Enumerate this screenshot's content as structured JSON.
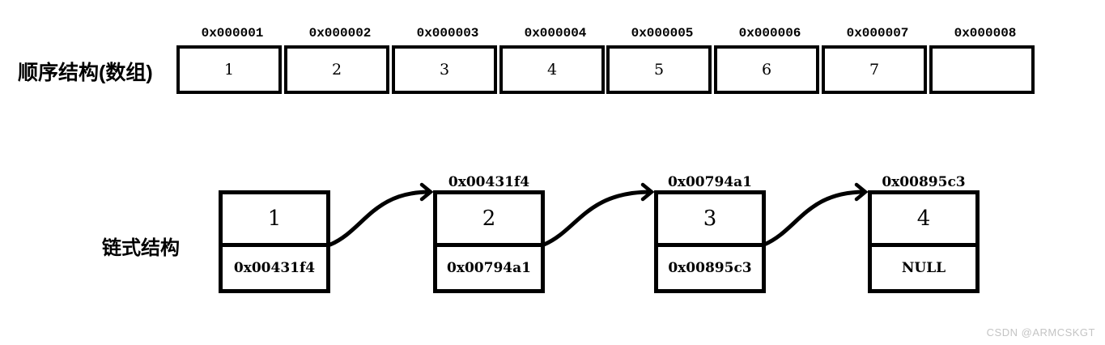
{
  "colors": {
    "ink": "#000000",
    "background": "#ffffff",
    "watermark": "#c4c4c4"
  },
  "array": {
    "label": "顺序结构(数组)",
    "cells": [
      {
        "address": "0x000001",
        "value": "1"
      },
      {
        "address": "0x000002",
        "value": "2"
      },
      {
        "address": "0x000003",
        "value": "3"
      },
      {
        "address": "0x000004",
        "value": "4"
      },
      {
        "address": "0x000005",
        "value": "5"
      },
      {
        "address": "0x000006",
        "value": "6"
      },
      {
        "address": "0x000007",
        "value": "7"
      },
      {
        "address": "0x000008",
        "value": ""
      }
    ]
  },
  "list": {
    "label": "链式结构",
    "nodes": [
      {
        "address": "",
        "value": "1",
        "pointer": "0x00431f4"
      },
      {
        "address": "0x00431f4",
        "value": "2",
        "pointer": "0x00794a1"
      },
      {
        "address": "0x00794a1",
        "value": "3",
        "pointer": "0x00895c3"
      },
      {
        "address": "0x00895c3",
        "value": "4",
        "pointer": "NULL"
      }
    ]
  },
  "watermark": "CSDN @ARMCSKGT"
}
